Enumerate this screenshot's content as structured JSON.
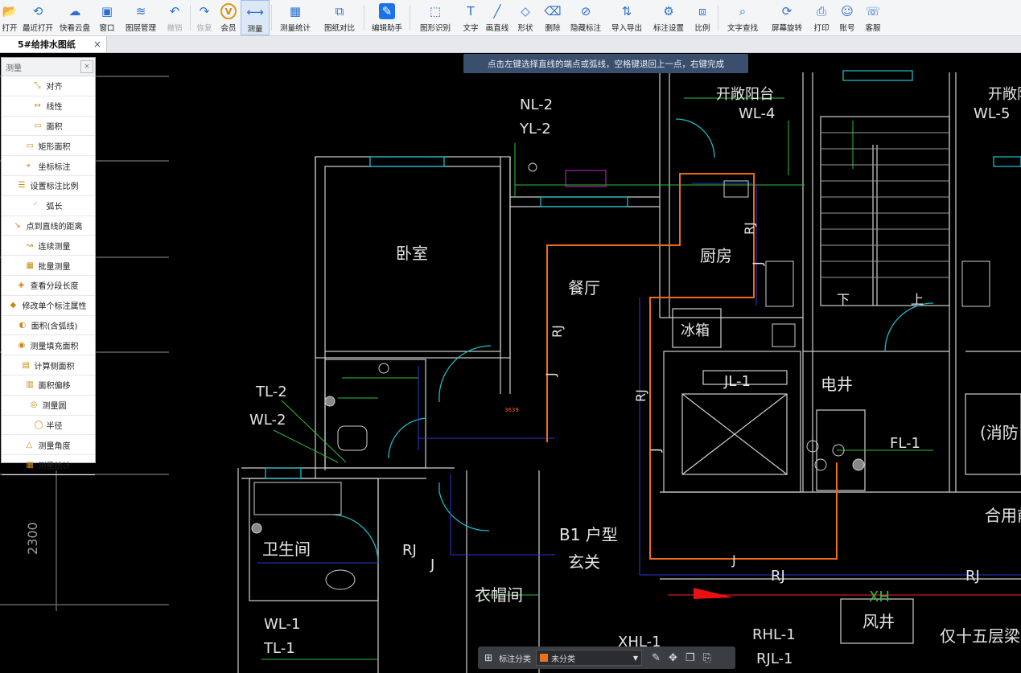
{
  "toolbar": {
    "items": [
      {
        "label": "打开",
        "icon": "folder-open-icon"
      },
      {
        "label": "最近打开",
        "icon": "history-icon"
      },
      {
        "label": "快看云盘",
        "icon": "cloud-icon"
      },
      {
        "label": "窗口",
        "icon": "window-icon"
      },
      {
        "label": "图层管理",
        "icon": "layers-icon"
      },
      {
        "label": "撤销",
        "icon": "undo-icon"
      },
      {
        "label": "恢复",
        "icon": "redo-icon"
      },
      {
        "label": "会员",
        "icon": "vip-icon"
      },
      {
        "label": "测量",
        "icon": "measure-icon"
      },
      {
        "label": "测量统计",
        "icon": "measure-stats-icon"
      },
      {
        "label": "图纸对比",
        "icon": "compare-icon"
      },
      {
        "label": "编辑助手",
        "icon": "edit-assistant-icon"
      },
      {
        "label": "图形识别",
        "icon": "shape-recognize-icon"
      },
      {
        "label": "文字",
        "icon": "text-icon"
      },
      {
        "label": "画直线",
        "icon": "line-icon"
      },
      {
        "label": "形状",
        "icon": "shape-icon"
      },
      {
        "label": "删除",
        "icon": "eraser-icon"
      },
      {
        "label": "隐藏标注",
        "icon": "hide-annotation-icon"
      },
      {
        "label": "导入导出",
        "icon": "import-export-icon"
      },
      {
        "label": "标注设置",
        "icon": "annotation-settings-icon"
      },
      {
        "label": "比例",
        "icon": "scale-icon"
      },
      {
        "label": "文字查找",
        "icon": "text-search-icon"
      },
      {
        "label": "屏幕旋转",
        "icon": "rotate-icon"
      },
      {
        "label": "打印",
        "icon": "print-icon"
      },
      {
        "label": "账号",
        "icon": "account-icon"
      },
      {
        "label": "客服",
        "icon": "support-icon"
      }
    ],
    "active_label": "测量"
  },
  "tab": {
    "title": "5#给排水图纸",
    "close": "×"
  },
  "hint": "点击左键选择直线的端点或弧线，空格键退回上一点，右键完成",
  "panel": {
    "title": "测量",
    "close": "×",
    "items": [
      "对齐",
      "线性",
      "面积",
      "矩形面积",
      "坐标标注",
      "设置标注比例",
      "弧长",
      "点到直线的距离",
      "连续测量",
      "批量测量",
      "查看分段长度",
      "修改单个标注属性",
      "面积(含弧线)",
      "测量填充面积",
      "计算侧面积",
      "面积偏移",
      "测量圆",
      "半径",
      "测量角度",
      "测量统计"
    ]
  },
  "drawing": {
    "labels": {
      "nl2": "NL-2",
      "yl2": "YL-2",
      "kaichuang1": "开敞阳台",
      "wl4": "WL-4",
      "kaichuang2": "开敞阳台",
      "wl5": "WL-5",
      "woshi": "卧室",
      "canting": "餐厅",
      "chufang": "厨房",
      "bingxiang": "冰箱",
      "rj1": "RJ",
      "j1": "J",
      "rj2": "RJ",
      "j2": "J",
      "rj3": "RJ",
      "j3": "J",
      "tl2": "TL-2",
      "wl2": "WL-2",
      "jl1": "JL-1",
      "dianjing": "电井",
      "fl1": "FL-1",
      "xiaofang": "(消防",
      "b1": "B1 户型",
      "xuanguan": "玄关",
      "weishengjian": "卫生间",
      "rj4": "RJ",
      "j4": "J",
      "yimaojian": "衣帽间",
      "wl1": "WL-1",
      "tl1": "TL-1",
      "xhl1": "XHL-1",
      "rhl1": "RHL-1",
      "rjl1": "RJL-1",
      "xh": "XH",
      "fengjing": "风井",
      "shiwu": "仅十五层梁顶",
      "j5": "J",
      "rj5": "RJ",
      "rj6": "RJ",
      "heyong": "合用前",
      "dim2300": "2300",
      "xia": "下",
      "shang": "上",
      "small_dim": "3639"
    }
  },
  "bottombar": {
    "label": "标注分类",
    "selected": "未分类",
    "swatch": "#e8711e"
  }
}
